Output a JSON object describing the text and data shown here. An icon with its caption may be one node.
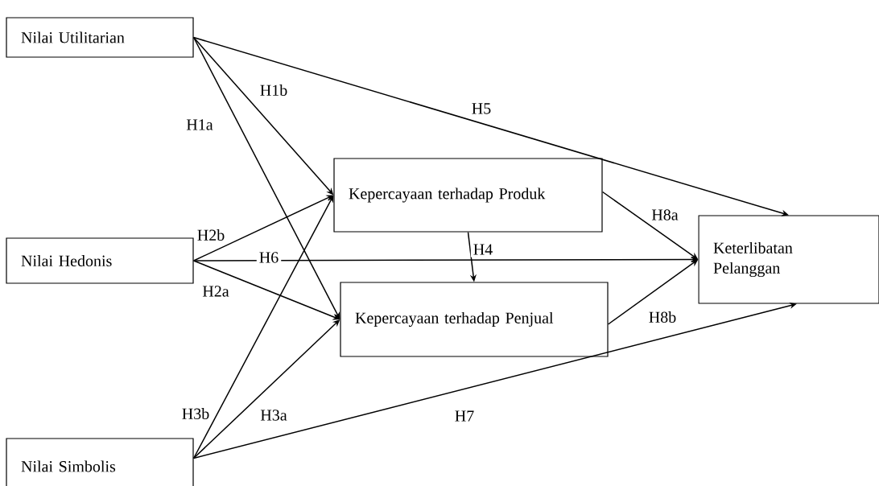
{
  "diagram": {
    "nodes": [
      {
        "text": [
          "Nilai Utilitarian"
        ]
      },
      {
        "text": [
          "Nilai Hedonis"
        ]
      },
      {
        "text": [
          "Nilai Simbolis"
        ]
      },
      {
        "text": [
          "Kepercayaan terhadap Produk"
        ]
      },
      {
        "text": [
          "Kepercayaan terhadap Penjual"
        ]
      },
      {
        "text": [
          "Keterlibatan Pelanggan"
        ]
      }
    ],
    "edges": [
      {
        "from": 0,
        "to": 3,
        "arrow": "to",
        "label": "H1b"
      },
      {
        "from": 0,
        "to": 4,
        "arrow": "to",
        "label": "H1a"
      },
      {
        "from": 0,
        "to": 5,
        "arrow": "to",
        "label": "H5"
      },
      {
        "from": 1,
        "to": 3,
        "arrow": "to",
        "label": "H2b"
      },
      {
        "from": 1,
        "to": 4,
        "arrow": "to",
        "label": "H2a"
      },
      {
        "from": 1,
        "to": 5,
        "arrow": "to",
        "label": "H6"
      },
      {
        "from": 2,
        "to": 3,
        "arrow": "to",
        "label": "H3b"
      },
      {
        "from": 2,
        "to": 4,
        "arrow": "to",
        "label": "H3a"
      },
      {
        "from": 2,
        "to": 5,
        "arrow": "to",
        "label": "H7"
      },
      {
        "from": 3,
        "to": 4,
        "arrow": "to",
        "label": "H4"
      },
      {
        "from": 3,
        "to": 5,
        "arrow": "to",
        "label": "H8a"
      },
      {
        "from": 4,
        "to": 5,
        "arrow": "to",
        "label": "H8b"
      }
    ]
  }
}
